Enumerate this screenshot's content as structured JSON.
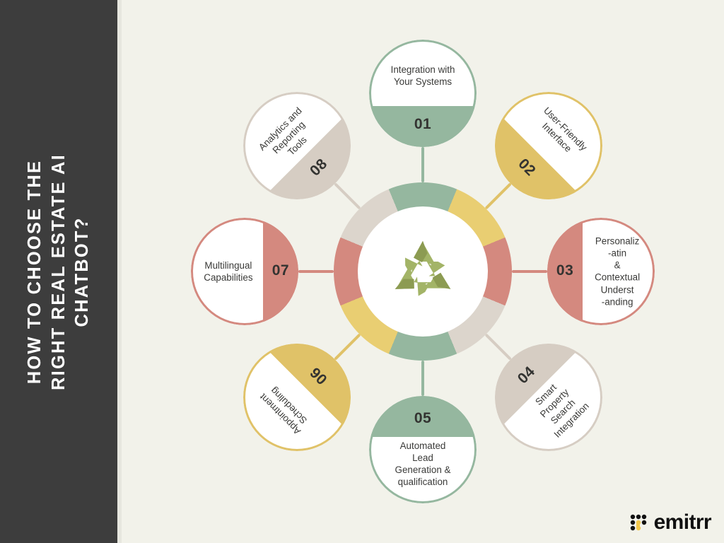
{
  "page": {
    "background_color": "#F2F2EA",
    "sidebar_color": "#3D3D3D"
  },
  "sidebar": {
    "title_lines": [
      "HOW TO CHOOSE THE",
      "RIGHT REAL ESTATE AI",
      "CHATBOT?"
    ]
  },
  "center": {
    "icon_name": "recycle-icon",
    "icon_color": "#A3B467",
    "icon_color_dark": "#8C9B52",
    "ring_colors": [
      "#95B79F",
      "#E9CE72",
      "#D4897F",
      "#DCD5CC"
    ],
    "inner_color": "#FFFFFF"
  },
  "nodes": [
    {
      "number": "01",
      "label": "Integration with\nYour Systems",
      "color": "#95B79F",
      "split": "bottom",
      "rotation": 0
    },
    {
      "number": "02",
      "label": "User-Friendly\nInterface",
      "color": "#E0C268",
      "split": "bottom-left-diagonal",
      "rotation": 45
    },
    {
      "number": "03",
      "label": "Personaliz\n-atin\n&\nContextual\nUnderst\n-anding",
      "color": "#D4897F",
      "split": "left",
      "rotation": 0
    },
    {
      "number": "04",
      "label": "Smart\nProperty\nSearch\nIntegration",
      "color": "#D6CDC3",
      "split": "top-left-diagonal",
      "rotation": -45
    },
    {
      "number": "05",
      "label": "Automated\nLead\nGeneration &\nqualification",
      "color": "#95B79F",
      "split": "top",
      "rotation": 0
    },
    {
      "number": "06",
      "label": "Appointment\nScheduling",
      "color": "#E0C268",
      "split": "top-right-diagonal",
      "rotation": 225
    },
    {
      "number": "07",
      "label": "Multilingual\nCapabilities",
      "color": "#D4897F",
      "split": "right",
      "rotation": 0
    },
    {
      "number": "08",
      "label": "Analytics and\nReporting\nTools",
      "color": "#D6CDC3",
      "split": "bottom-right-diagonal",
      "rotation": -45
    }
  ],
  "logo": {
    "text": "emitrr",
    "mark_name": "emitrr-dot-grid-logo",
    "dot_color": "#111111",
    "accent_color": "#F3C84B"
  }
}
